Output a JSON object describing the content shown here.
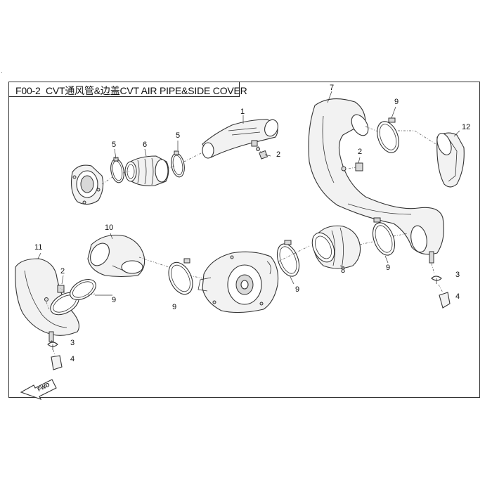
{
  "title": {
    "code": "F00-2",
    "text": "CVT通风管&边盖CVT AIR PIPE&SIDE COVER"
  },
  "fwd_label": "FWD",
  "callouts": [
    {
      "id": "c1",
      "label": "1"
    },
    {
      "id": "c2a",
      "label": "2"
    },
    {
      "id": "c5a",
      "label": "5"
    },
    {
      "id": "c6",
      "label": "6"
    },
    {
      "id": "c5b",
      "label": "5"
    },
    {
      "id": "c7",
      "label": "7"
    },
    {
      "id": "c9a",
      "label": "9"
    },
    {
      "id": "c12",
      "label": "12"
    },
    {
      "id": "c2b",
      "label": "2"
    },
    {
      "id": "c10",
      "label": "10"
    },
    {
      "id": "c11",
      "label": "11"
    },
    {
      "id": "c2c",
      "label": "2"
    },
    {
      "id": "c9b",
      "label": "9"
    },
    {
      "id": "c3a",
      "label": "3"
    },
    {
      "id": "c4a",
      "label": "4"
    },
    {
      "id": "c9c",
      "label": "9"
    },
    {
      "id": "c9d",
      "label": "9"
    },
    {
      "id": "c8",
      "label": "8"
    },
    {
      "id": "c9e",
      "label": "9"
    },
    {
      "id": "c3b",
      "label": "3"
    },
    {
      "id": "c4b",
      "label": "4"
    }
  ]
}
